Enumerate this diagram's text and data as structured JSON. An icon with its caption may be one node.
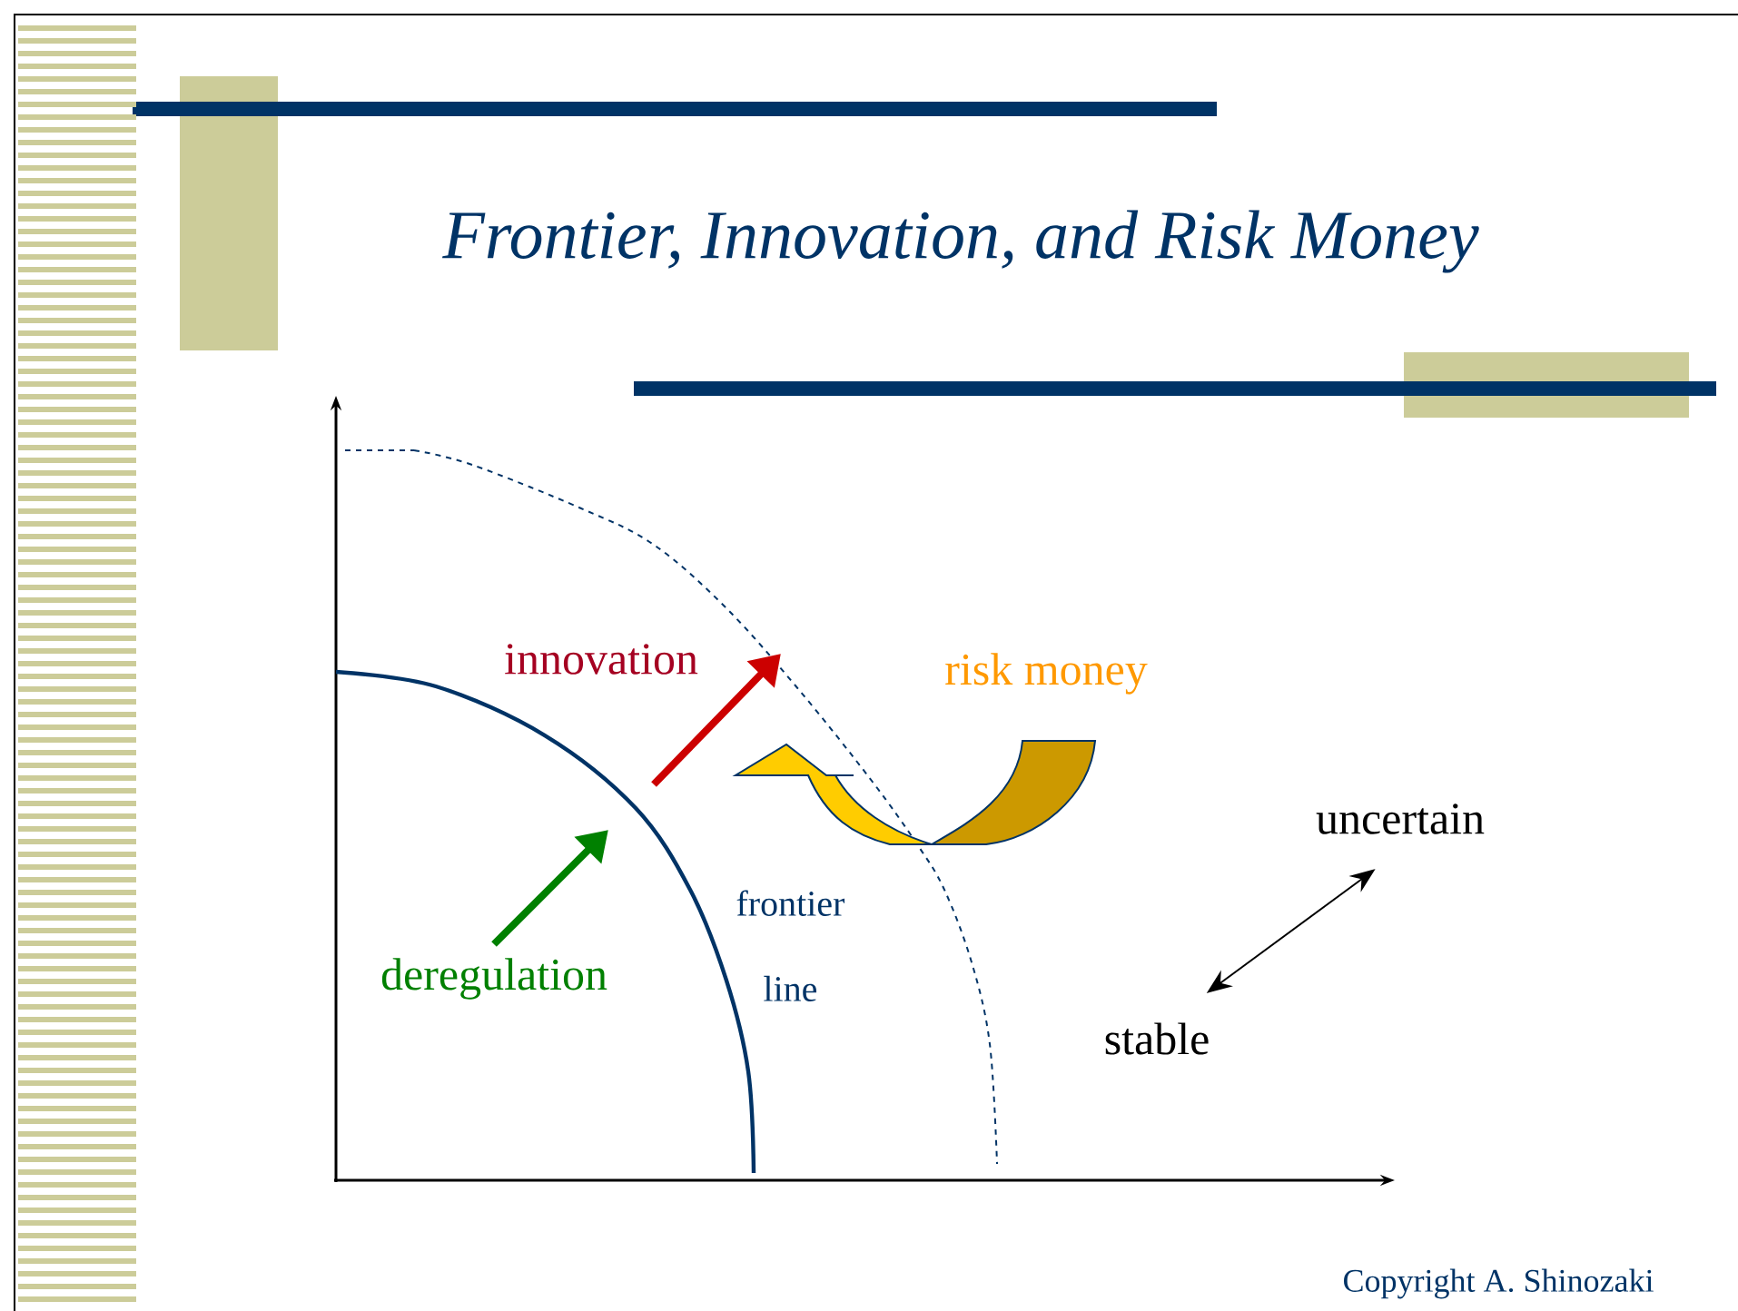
{
  "diagram": {
    "title": "Frontier, Innovation, and Risk Money",
    "nodes": [
      {
        "text": [
          "stable"
        ]
      },
      {
        "text": [
          "uncertain"
        ]
      }
    ],
    "edges": [
      {
        "from": 0,
        "to": 1,
        "arrow": "both"
      }
    ],
    "labels": [
      "innovation",
      "risk money",
      "frontier line",
      "deregulation",
      "Copyright A. Shinozaki"
    ]
  }
}
